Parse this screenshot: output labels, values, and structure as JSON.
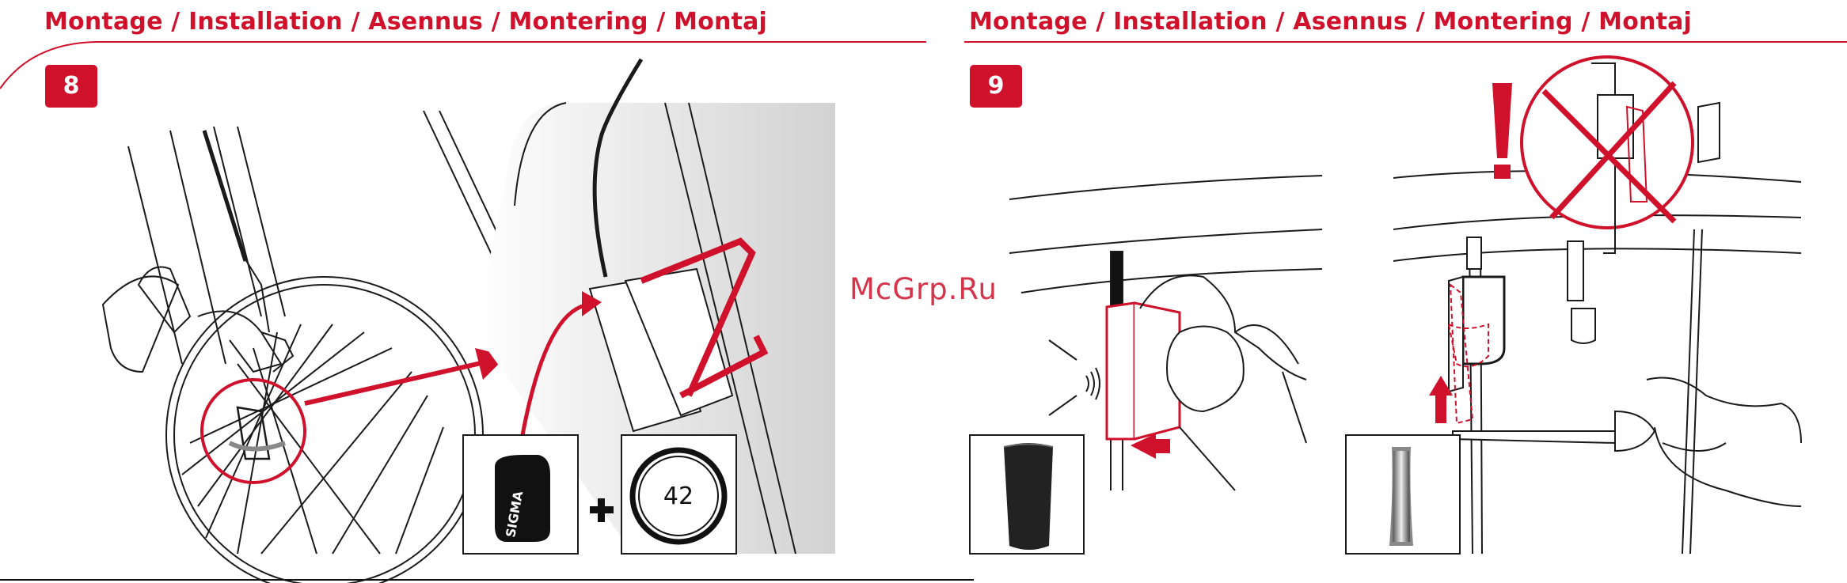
{
  "header": {
    "left_title": "Montage / Installation / Asennus / Montering / Montaj",
    "right_title": "Montage / Installation / Asennus / Montering / Montaj"
  },
  "steps": [
    {
      "number": "8"
    },
    {
      "number": "9"
    }
  ],
  "step8": {
    "sensor_brand": "SIGMA",
    "ring_label": "42"
  },
  "watermark": "McGrp.Ru",
  "colors": {
    "accent": "#d0112b",
    "line": "#1a1a1a",
    "background": "#ffffff"
  },
  "icons": [
    "exclamation-icon",
    "cross-icon",
    "arrow-up-icon",
    "arrow-left-icon",
    "plus-icon"
  ]
}
